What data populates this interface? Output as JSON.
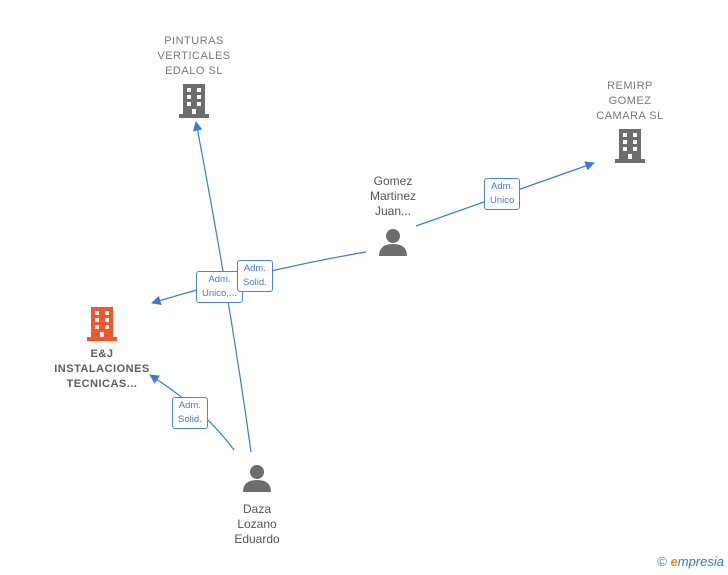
{
  "companies": {
    "pinturas": {
      "label": "PINTURAS\nVERTICALES\nEDALO  SL",
      "icon": "building-icon",
      "color": "#6d6d6d"
    },
    "remirp": {
      "label": "REMIRP\nGOMEZ\nCAMARA  SL",
      "icon": "building-icon",
      "color": "#6d6d6d"
    },
    "ej": {
      "label": "E&J\nINSTALACIONES\nTECNICAS...",
      "icon": "building-icon",
      "color": "#f2562a"
    }
  },
  "persons": {
    "gomez": {
      "label": "Gomez\nMartinez\nJuan...",
      "icon": "person-icon",
      "color": "#6d6d6d"
    },
    "daza": {
      "label": "Daza\nLozano\nEduardo",
      "icon": "person-icon",
      "color": "#6d6d6d"
    }
  },
  "edges": {
    "gomez_remirp": "Adm.\nUnico",
    "gomez_ej": "Adm.\nUnico,...",
    "daza_pinturas": "Adm.\nSolid.",
    "daza_ej": "Adm.\nSolid."
  },
  "footer": {
    "copyright": "©",
    "brand_initial": "e",
    "brand_rest": "mpresia"
  },
  "colors": {
    "edge": "#3a7bd5",
    "label_border": "#4a86d8"
  }
}
